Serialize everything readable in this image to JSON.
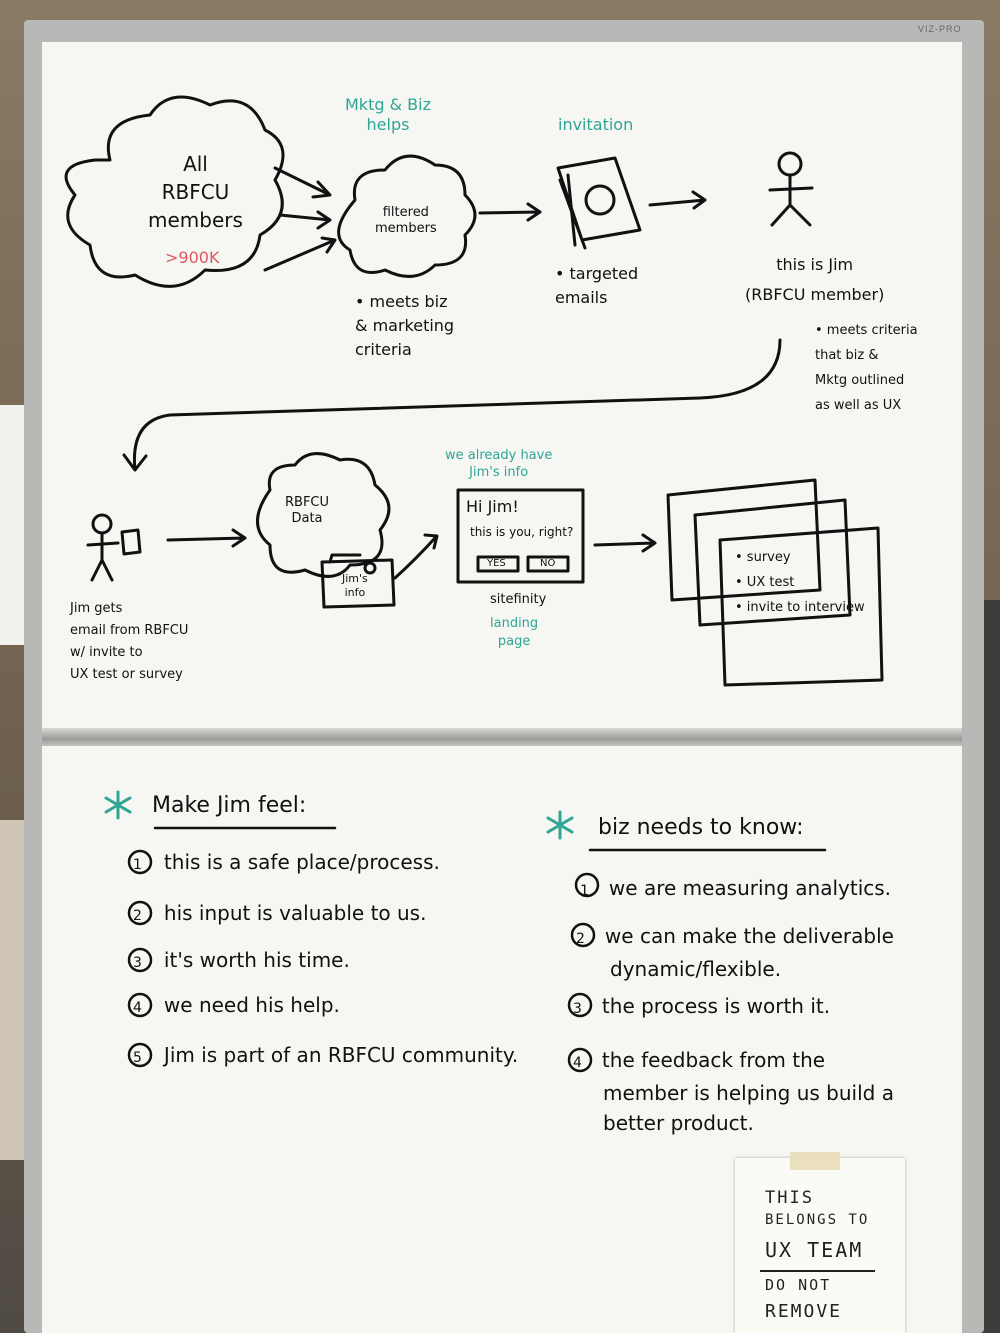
{
  "brand": "VIZ-PRO",
  "top": {
    "cloud_all_members": [
      "All",
      "RBFCU",
      "members"
    ],
    "cloud_all_members_count": ">900K",
    "mktg_label": [
      "Mktg & Biz",
      "helps"
    ],
    "filtered_cloud": [
      "filtered",
      "members"
    ],
    "filtered_note": [
      "• meets biz",
      "& marketing",
      "criteria"
    ],
    "invitation_label": "invitation",
    "invitation_note": [
      "• targeted",
      "emails"
    ],
    "jim_label": [
      "this is Jim",
      "(RBFCU member)"
    ],
    "jim_note": [
      "• meets criteria",
      "that biz &",
      "Mktg outlined",
      "as well as UX"
    ],
    "jim_gets": [
      "Jim gets",
      "email from RBFCU",
      "w/ invite to",
      "UX test or survey"
    ],
    "data_cloud": [
      "RBFCU",
      "Data"
    ],
    "jims_info": [
      "Jim's",
      "info"
    ],
    "already_have": [
      "we already have",
      "Jim's info"
    ],
    "landing_greeting": "Hi Jim!",
    "landing_question": "this is you, right?",
    "yes": "YES",
    "no": "NO",
    "sitefinity": "sitefinity",
    "landing_page": [
      "landing",
      "page"
    ],
    "options": [
      "• survey",
      "• UX test",
      "• invite to interview"
    ]
  },
  "bottom": {
    "make_jim_title": "Make Jim feel:",
    "make_jim_items": [
      {
        "n": "1",
        "text": "this is a safe place/process."
      },
      {
        "n": "2",
        "text": "his input is valuable to us."
      },
      {
        "n": "3",
        "text": "it's worth his time."
      },
      {
        "n": "4",
        "text": "we need his help."
      },
      {
        "n": "5",
        "text": "Jim is part of an RBFCU community."
      }
    ],
    "biz_title": "biz needs to know:",
    "biz_items": [
      {
        "n": "1",
        "lines": [
          "we are measuring analytics."
        ]
      },
      {
        "n": "2",
        "lines": [
          "we can make the deliverable",
          "dynamic/flexible."
        ]
      },
      {
        "n": "3",
        "lines": [
          "the process is worth it."
        ]
      },
      {
        "n": "4",
        "lines": [
          "the feedback from the",
          "member is helping us build a",
          "better product."
        ]
      }
    ]
  },
  "sticky_note": [
    "THIS",
    "BELONGS TO",
    "UX TEAM",
    "DO NOT",
    "REMOVE"
  ]
}
